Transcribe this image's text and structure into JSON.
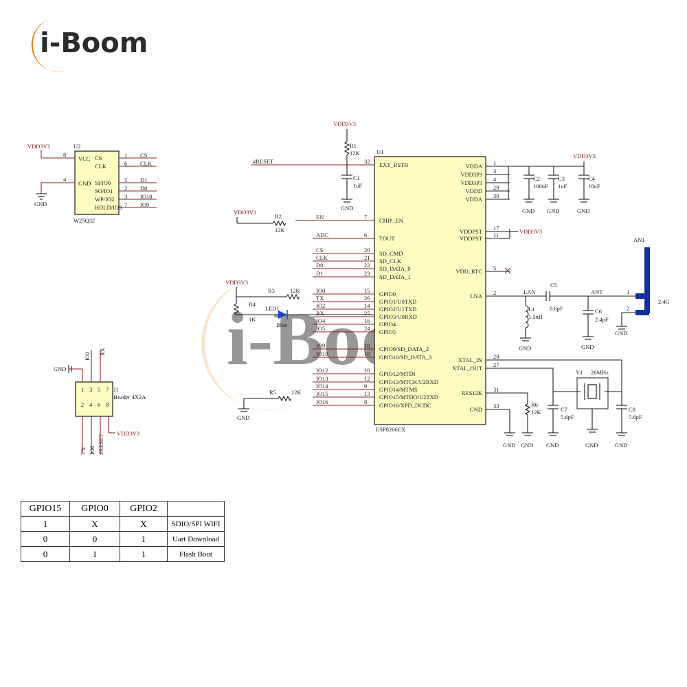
{
  "brand": {
    "text": "i-Boom",
    "accent": "#f07a1a"
  },
  "watermark": {
    "text": "i-Boom"
  },
  "power_labels": {
    "vdd3v3": "VDD3V3",
    "gnd": "GND"
  },
  "flash": {
    "ref": "U2",
    "part": "W25Q32",
    "left_pins": [
      {
        "num": "8",
        "name": "VCC"
      },
      {
        "num": "4",
        "name": "GND"
      }
    ],
    "right_pins": [
      {
        "name": "CS",
        "num": "1",
        "net": "CS"
      },
      {
        "name": "CLK",
        "num": "6",
        "net": "CLK"
      },
      {
        "name": "SI/IO0",
        "num": "5",
        "net": "D1"
      },
      {
        "name": "SO/IO1",
        "num": "2",
        "net": "D0"
      },
      {
        "name": "WP/IO2",
        "num": "3",
        "net": "IO10"
      },
      {
        "name": "HOLD/IO3",
        "num": "7",
        "net": "IO9"
      }
    ]
  },
  "header": {
    "ref": "J1",
    "part": "Header 4X2A",
    "top_nets": [
      "IO2",
      "RX"
    ],
    "bottom_nets": [
      "TX",
      "IO0",
      "#RESET"
    ],
    "pins": [
      "1",
      "3",
      "5",
      "7",
      "2",
      "4",
      "6",
      "8"
    ]
  },
  "esp": {
    "ref": "U1",
    "part": "ESP8266EX",
    "left_pins": [
      {
        "net": "#RESET",
        "num": "32",
        "name": "EXT_RSTB"
      },
      {
        "net": "EN",
        "num": "7",
        "name": "CHIP_EN"
      },
      {
        "net": "ADC",
        "num": "6",
        "name": "TOUT"
      },
      {
        "net": "CS",
        "num": "20",
        "name": "SD_CMD"
      },
      {
        "net": "CLK",
        "num": "21",
        "name": "SD_CLK"
      },
      {
        "net": "D0",
        "num": "22",
        "name": "SD_DATA_0"
      },
      {
        "net": "D1",
        "num": "23",
        "name": "SD_DATA_1"
      },
      {
        "net": "IO0",
        "num": "15",
        "name": "GPIO0"
      },
      {
        "net": "TX",
        "num": "26",
        "name": "GPIO1/U0TXD"
      },
      {
        "net": "IO2",
        "num": "14",
        "name": "GPIO2/U1TXD"
      },
      {
        "net": "RX",
        "num": "25",
        "name": "GPIO3/U0RXD"
      },
      {
        "net": "IO4",
        "num": "16",
        "name": "GPIO4"
      },
      {
        "net": "IO5",
        "num": "24",
        "name": "GPIO5"
      },
      {
        "net": "IO9",
        "num": "18",
        "name": "GPIO9/SD_DATA_2"
      },
      {
        "net": "IO10",
        "num": "19",
        "name": "GPIO10/SD_DATA_3"
      },
      {
        "net": "IO12",
        "num": "10",
        "name": "GPIO12/MTDI"
      },
      {
        "net": "IO13",
        "num": "12",
        "name": "GPIO13/MTCK/U2RXD"
      },
      {
        "net": "IO14",
        "num": "9",
        "name": "GPIO14/MTMS"
      },
      {
        "net": "IO15",
        "num": "13",
        "name": "GPIO15/MTDO/U2TXD"
      },
      {
        "net": "IO16",
        "num": "8",
        "name": "GPIO16/XPD_DCDC"
      }
    ],
    "right_pins": [
      {
        "name": "VDDA",
        "num": "1"
      },
      {
        "name": "VDD3P3",
        "num": "3"
      },
      {
        "name": "VDD3P3",
        "num": "4"
      },
      {
        "name": "VDDD",
        "num": "29"
      },
      {
        "name": "VDDA",
        "num": "30"
      },
      {
        "name": "VDDPST",
        "num": "17"
      },
      {
        "name": "VDDPST",
        "num": "11"
      },
      {
        "name": "VDD_RTC",
        "num": "5"
      },
      {
        "name": "LNA",
        "num": "2"
      },
      {
        "name": "XTAL_IN",
        "num": "28"
      },
      {
        "name": "XTAL_OUT",
        "num": "27"
      },
      {
        "name": "RES12K",
        "num": "31"
      },
      {
        "name": "GND",
        "num": "33"
      }
    ]
  },
  "components": {
    "r1": {
      "ref": "R1",
      "val": "12K"
    },
    "r2": {
      "ref": "R2",
      "val": "12K"
    },
    "r3": {
      "ref": "R3",
      "val": "12K"
    },
    "r4": {
      "ref": "R4",
      "val": "1K"
    },
    "r5": {
      "ref": "R5",
      "val": "12K"
    },
    "r6": {
      "ref": "R6",
      "val": "12K"
    },
    "c1": {
      "ref": "C1",
      "val": "1uF"
    },
    "c2": {
      "ref": "C2",
      "val": "100nF"
    },
    "c3": {
      "ref": "C3",
      "val": "1uF"
    },
    "c4": {
      "ref": "C4",
      "val": "10uF"
    },
    "c5": {
      "ref": "C5",
      "val": "8.6pF"
    },
    "c6": {
      "ref": "C6",
      "val": "2.4pF"
    },
    "c7": {
      "ref": "C7",
      "val": "5.6pF"
    },
    "c8": {
      "ref": "C8",
      "val": "5.6pF"
    },
    "l1": {
      "ref": "L1",
      "val": "1.5nH"
    },
    "led": {
      "ref": "LED1",
      "val": "Blue"
    },
    "y1": {
      "ref": "Y1",
      "val": "26MHz"
    },
    "ant": {
      "ref": "AN1",
      "val": "2.4G",
      "pins": [
        "1",
        "2"
      ]
    },
    "nets": {
      "lan": "LAN",
      "ant": "ANT"
    }
  },
  "table": {
    "headers": [
      "GPIO15",
      "GPIO0",
      "GPIO2",
      ""
    ],
    "rows": [
      [
        "1",
        "X",
        "X",
        "SDIO/SPI WIFI"
      ],
      [
        "0",
        "0",
        "1",
        "Uart Download"
      ],
      [
        "0",
        "1",
        "1",
        "Flash Boot"
      ]
    ]
  }
}
